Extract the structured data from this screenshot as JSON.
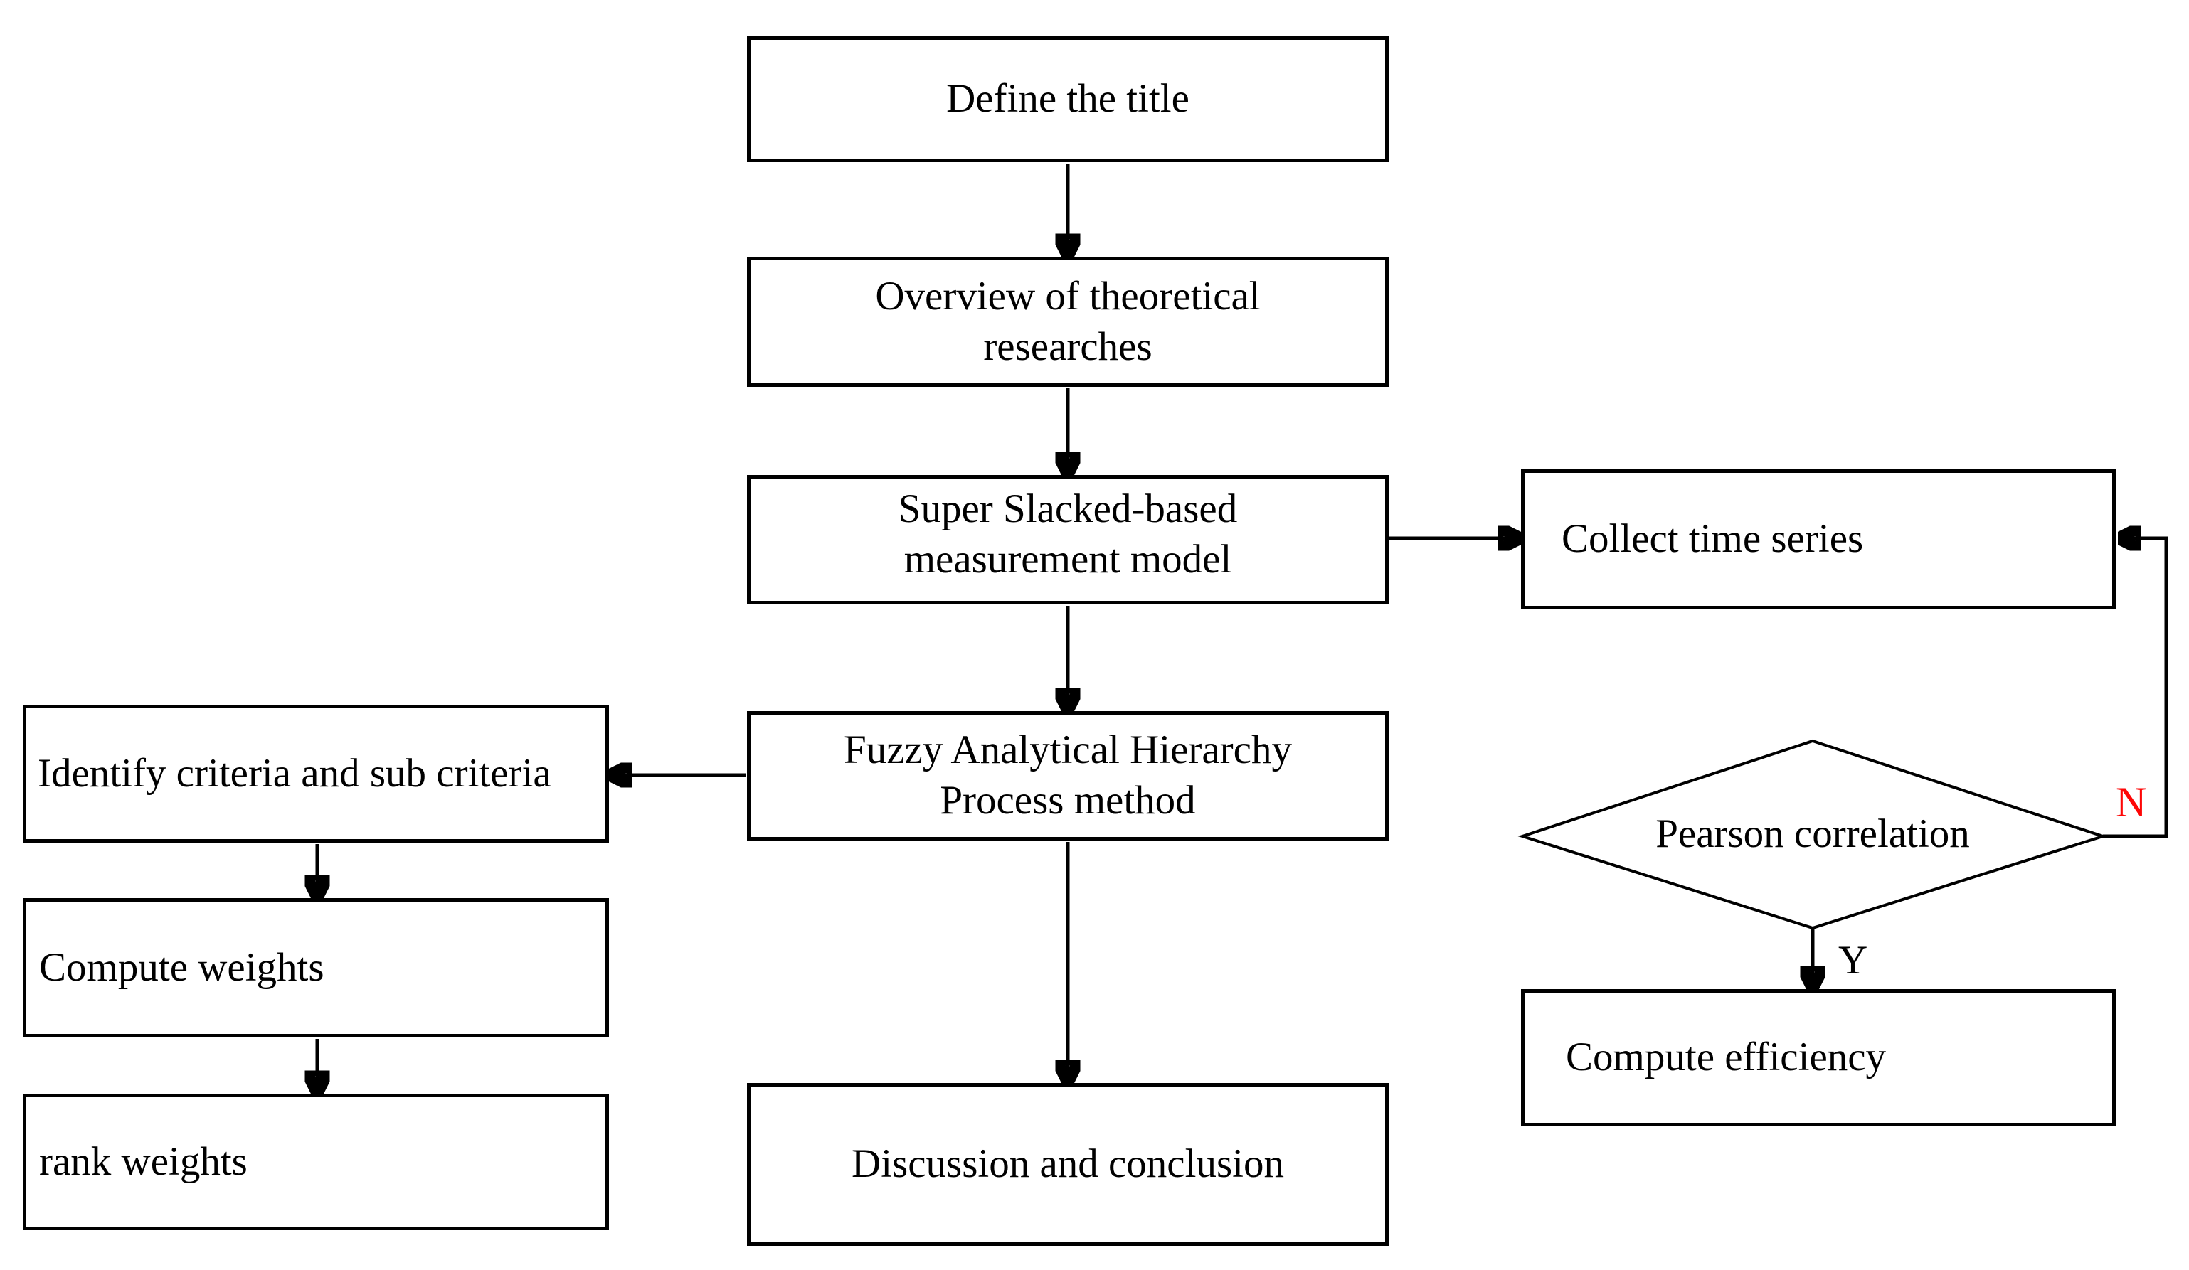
{
  "diagram": {
    "nodes": {
      "define_title": "Define the title",
      "overview": "Overview of theoretical researches",
      "super_sbm": "Super Slacked-based measurement model",
      "collect_time_series": "Collect time series",
      "identify_criteria": "Identify criteria and sub criteria",
      "fuzzy_ahp": "Fuzzy Analytical Hierarchy Process method",
      "compute_weights": "Compute weights",
      "rank_weights": "rank weights",
      "discussion": "Discussion and conclusion",
      "pearson_correlation": "Pearson correlation",
      "compute_efficiency": "Compute efficiency"
    },
    "edge_labels": {
      "no": {
        "text": "N",
        "color": "#fe0606"
      },
      "yes": {
        "text": "Y",
        "color": "#000000"
      }
    },
    "edges": [
      {
        "from": "define_title",
        "to": "overview",
        "label": ""
      },
      {
        "from": "overview",
        "to": "super_sbm",
        "label": ""
      },
      {
        "from": "super_sbm",
        "to": "collect_time_series",
        "label": ""
      },
      {
        "from": "super_sbm",
        "to": "fuzzy_ahp",
        "label": ""
      },
      {
        "from": "fuzzy_ahp",
        "to": "identify_criteria",
        "label": ""
      },
      {
        "from": "fuzzy_ahp",
        "to": "discussion",
        "label": ""
      },
      {
        "from": "identify_criteria",
        "to": "compute_weights",
        "label": ""
      },
      {
        "from": "compute_weights",
        "to": "rank_weights",
        "label": ""
      },
      {
        "from": "pearson_correlation",
        "to": "compute_efficiency",
        "label": "Y"
      },
      {
        "from": "pearson_correlation",
        "to": "collect_time_series",
        "label": "N"
      }
    ],
    "colors": {
      "line": "#000000",
      "node_border": "#000000",
      "background": "#ffffff",
      "decision_no_label": "#fe0606"
    }
  }
}
